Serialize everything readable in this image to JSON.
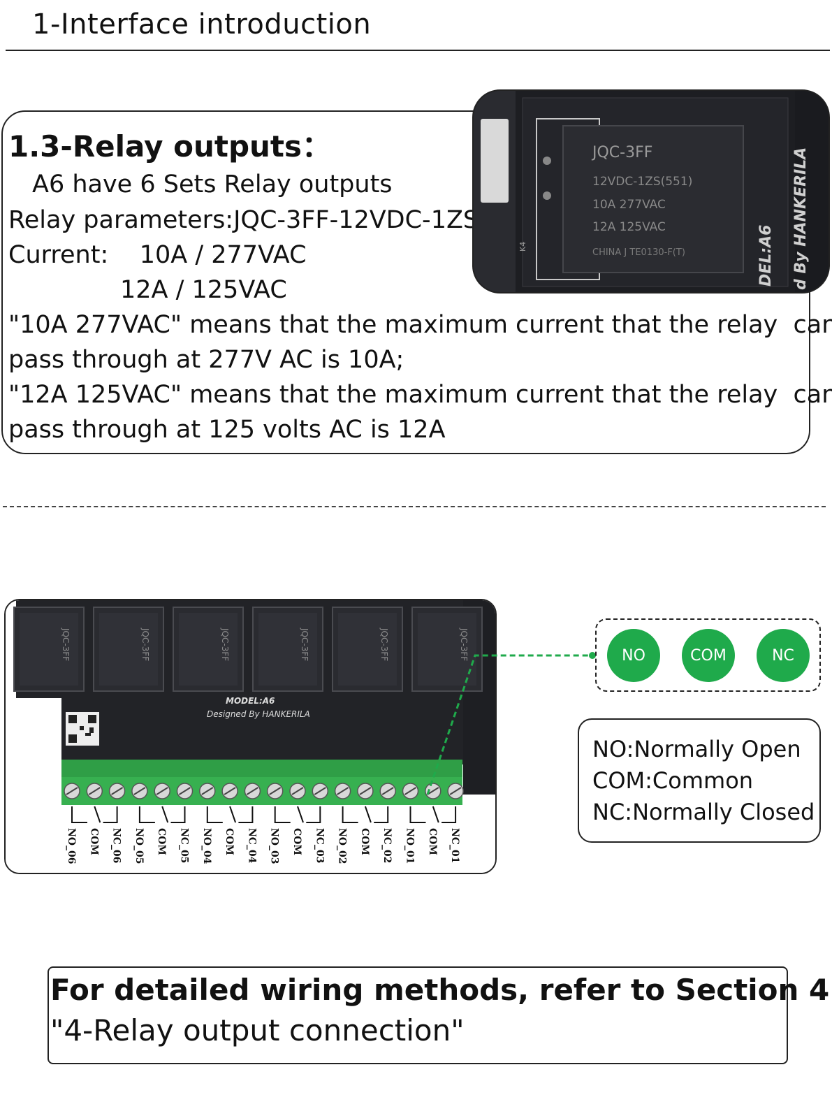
{
  "page_title": "1-Interface introduction",
  "relay_section": {
    "heading": "1.3-Relay outputs：",
    "lines": [
      "A6 have 6 Sets Relay outputs",
      "Relay parameters:JQC-3FF-12VDC-1ZS",
      "Current:    10A / 277VAC",
      "12A / 125VAC",
      "\"10A 277VAC\" means that the maximum current that the relay  can",
      "pass through at 277V AC is 10A;",
      "\"12A 125VAC\" means that the maximum current that the relay  can",
      "pass through at 125 volts AC is 12A"
    ]
  },
  "relay_photo": {
    "brand": "JQC-3FF",
    "spec_lines": [
      "12VDC-1ZS(551)",
      "10A 277VAC",
      "12A 125VAC",
      "CHINA  J  TE0130-F(T)"
    ],
    "board_text": [
      "DEL:A6",
      "d By  HANKERILA"
    ],
    "component_label": "K4"
  },
  "board": {
    "model": "MODEL:A6",
    "designer": "Designed By  HANKERILA",
    "terminals": [
      "NO_06",
      "COM",
      "NC_06",
      "NO_05",
      "COM",
      "NC_05",
      "NO_04",
      "COM",
      "NC_04",
      "NO_03",
      "COM",
      "NC_03",
      "NO_02",
      "COM",
      "NC_02",
      "NO_01",
      "COM",
      "NC_01"
    ],
    "relay_labels": [
      "JQC-3FF",
      "JQC-3FF",
      "JQC-3FF",
      "JQC-3FF",
      "JQC-3FF",
      "JQC-3FF"
    ]
  },
  "legend": {
    "dots": [
      "NO",
      "COM",
      "NC"
    ],
    "dot_color": "#1faa4b"
  },
  "definitions": [
    "NO:Normally Open",
    "COM:Common",
    "NC:Normally Closed"
  ],
  "note": {
    "line1": "For detailed wiring methods, refer to Section 4",
    "line2": "\"4-Relay output connection\""
  }
}
